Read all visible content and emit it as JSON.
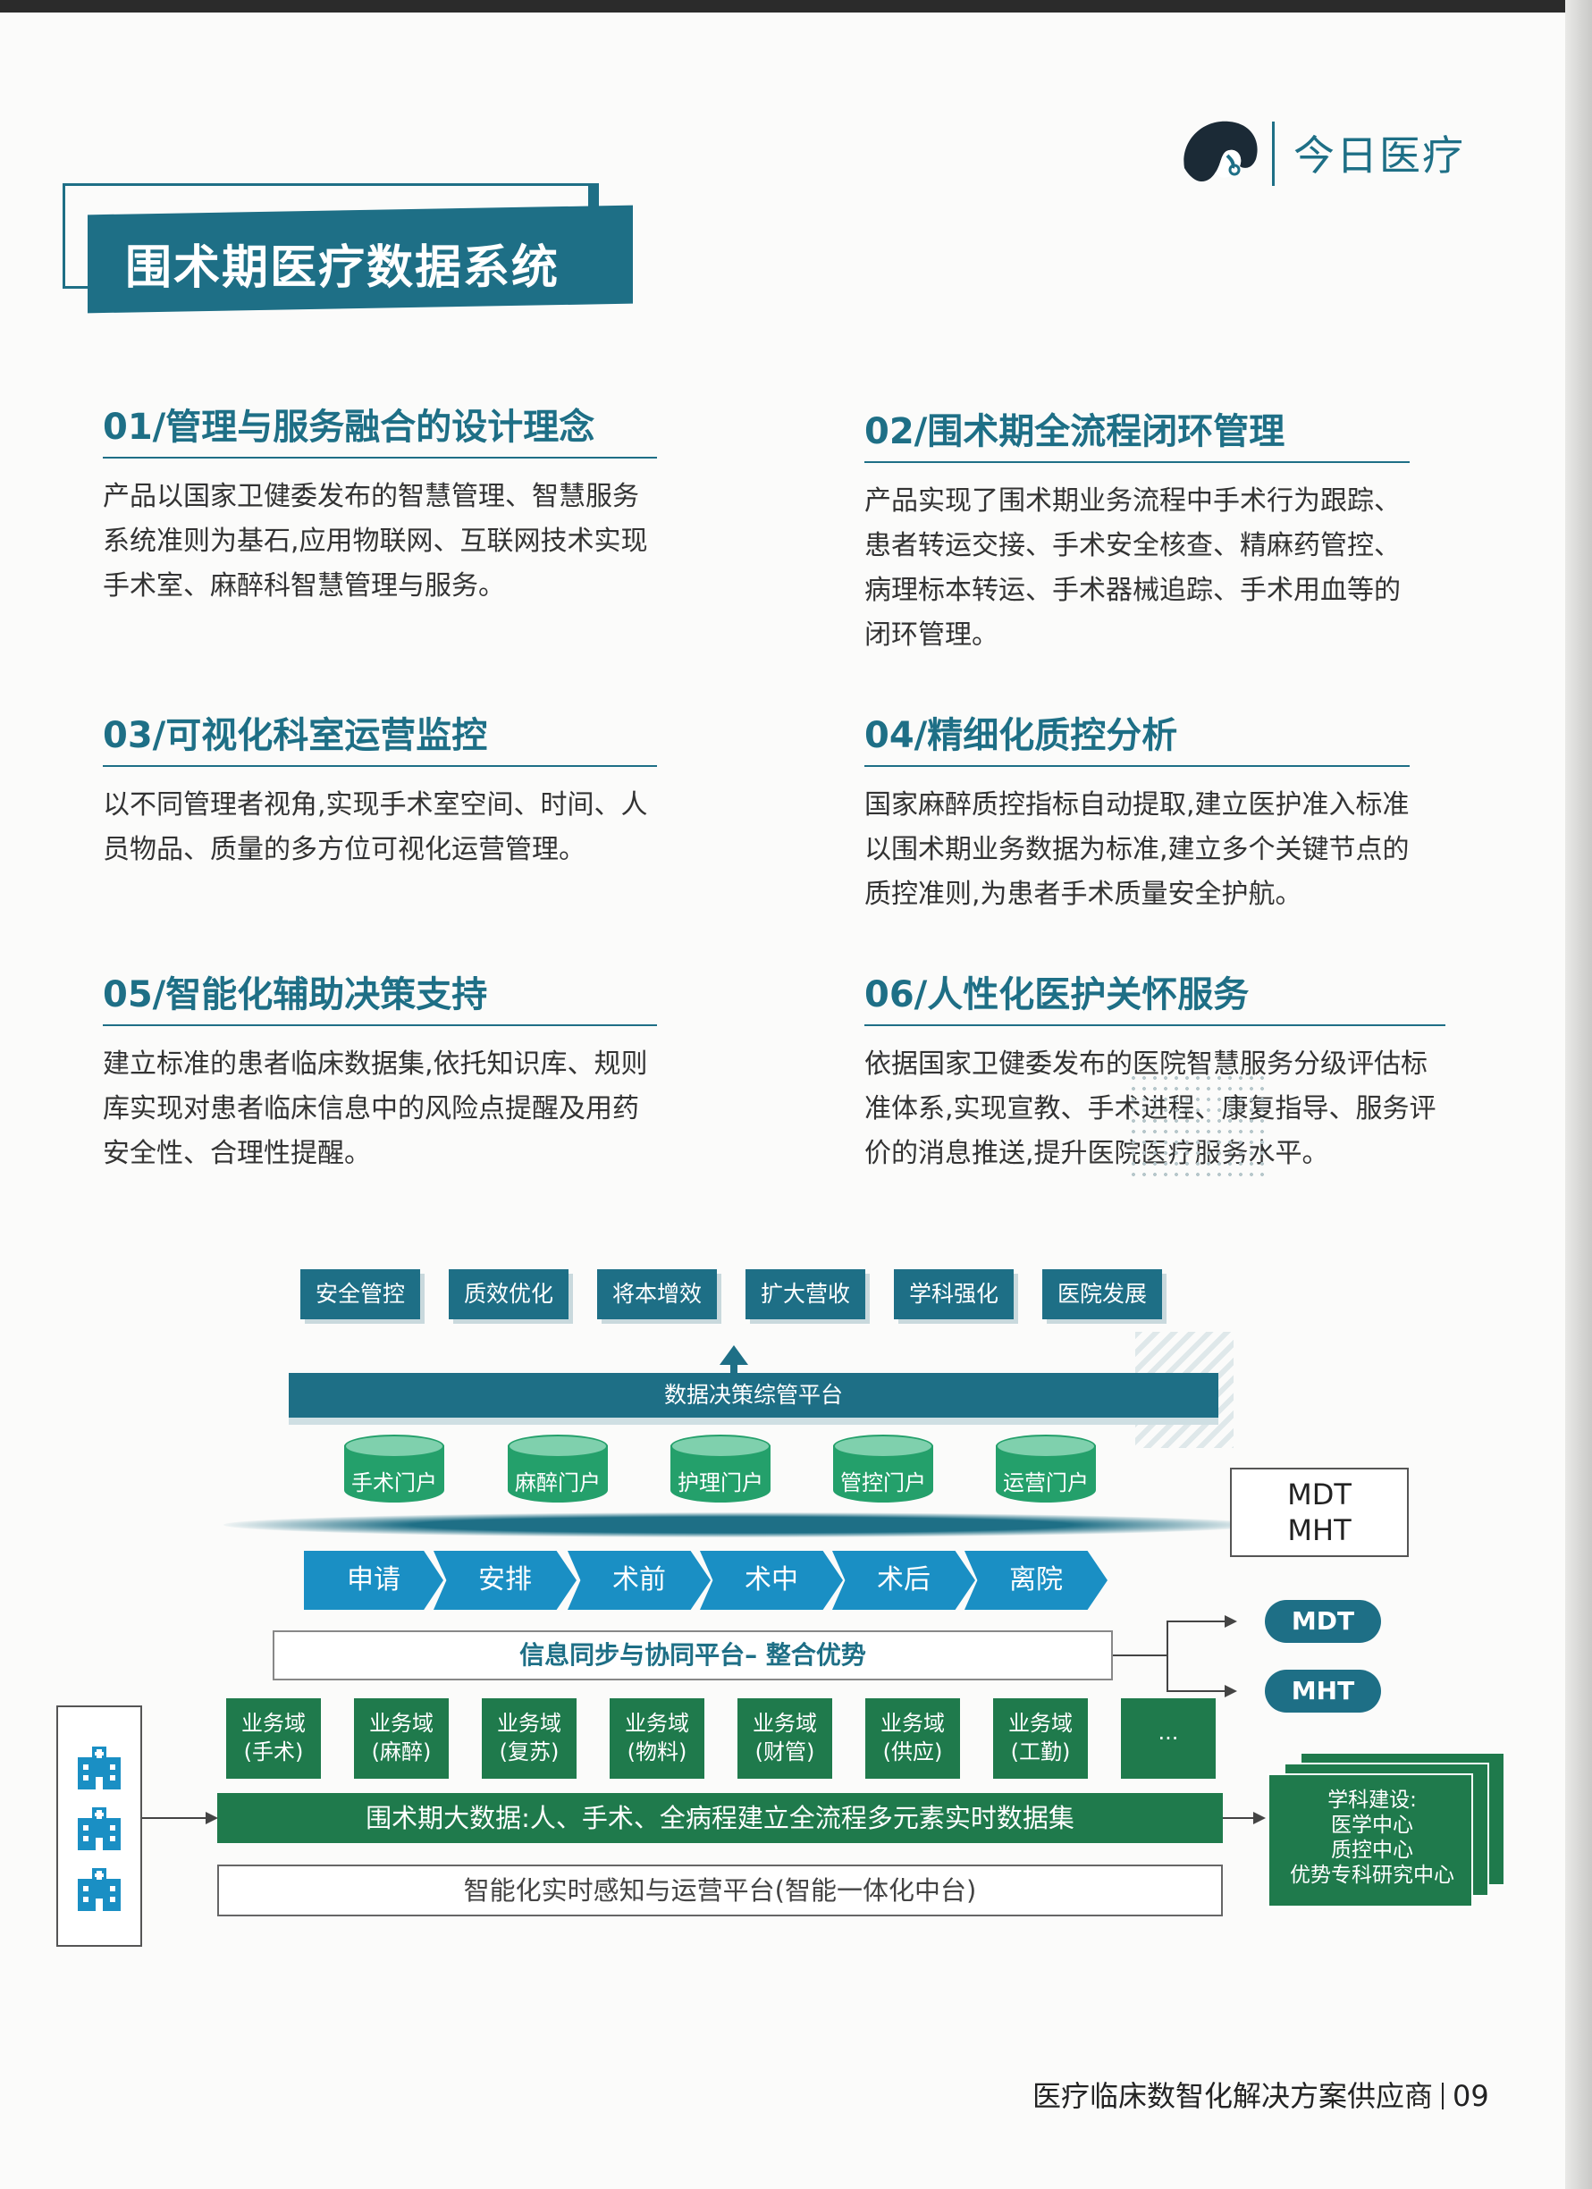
{
  "brand": {
    "name": "今日医疗",
    "logo_icon": "doctor-head-logo-icon",
    "color": "#1e6f86"
  },
  "banner": {
    "title": "围术期医疗数据系统"
  },
  "sections": [
    {
      "title": "01/管理与服务融合的设计理念",
      "body": "产品以国家卫健委发布的智慧管理、智慧服务系统准则为基石,应用物联网、互联网技术实现手术室、麻醉科智慧管理与服务。"
    },
    {
      "title": "02/围术期全流程闭环管理",
      "body": "产品实现了围术期业务流程中手术行为跟踪、患者转运交接、手术安全核查、精麻药管控、病理标本转运、手术器械追踪、手术用血等的闭环管理。"
    },
    {
      "title": "03/可视化科室运营监控",
      "body": "以不同管理者视角,实现手术室空间、时间、人员物品、质量的多方位可视化运营管理。"
    },
    {
      "title": "04/精细化质控分析",
      "body": "国家麻醉质控指标自动提取,建立医护准入标准以围术期业务数据为标准,建立多个关键节点的质控准则,为患者手术质量安全护航。"
    },
    {
      "title": "05/智能化辅助决策支持",
      "body": "建立标准的患者临床数据集,依托知识库、规则库实现对患者临床信息中的风险点提醒及用药安全性、合理性提醒。"
    },
    {
      "title": "06/人性化医护关怀服务",
      "body": "依据国家卫健委发布的医院智慧服务分级评估标准体系,实现宣教、手术进程、康复指导、服务评价的消息推送,提升医院医疗服务水平。"
    }
  ],
  "diagram": {
    "goals": [
      "安全管控",
      "质效优化",
      "将本增效",
      "扩大营收",
      "学科强化",
      "医院发展"
    ],
    "decision_platform": "数据决策综管平台",
    "portals": [
      "手术门户",
      "麻醉门户",
      "护理门户",
      "管控门户",
      "运营门户"
    ],
    "flow_steps": [
      "申请",
      "安排",
      "术前",
      "术中",
      "术后",
      "离院"
    ],
    "mdt_box": [
      "MDT",
      "MHT"
    ],
    "sync_platform": "信息同步与协同平台– 整合优势",
    "clouds": [
      "MDT",
      "MHT"
    ],
    "domains": [
      [
        "业务域",
        "(手术)"
      ],
      [
        "业务域",
        "(麻醉)"
      ],
      [
        "业务域",
        "(复苏)"
      ],
      [
        "业务域",
        "(物料)"
      ],
      [
        "业务域",
        "(财管)"
      ],
      [
        "业务域",
        "(供应)"
      ],
      [
        "业务域",
        "(工勤)"
      ],
      [
        "···",
        ""
      ]
    ],
    "bigdata_bar": "围术期大数据:人、手术、全病程建立全流程多元素实时数据集",
    "sense_bar": "智能化实时感知与运营平台(智能一体化中台)",
    "center_stack": [
      "学科建设:",
      "医学中心",
      "质控中心",
      "优势专科研究中心"
    ],
    "hospital_icon": "hospital-building-icon",
    "colors": {
      "teal": "#1e6f86",
      "green": "#1f7a4c",
      "light_green": "#24a06b",
      "blue": "#1a8fc4"
    }
  },
  "footer": {
    "text": "医疗临床数智化解决方案供应商",
    "page": "09"
  }
}
